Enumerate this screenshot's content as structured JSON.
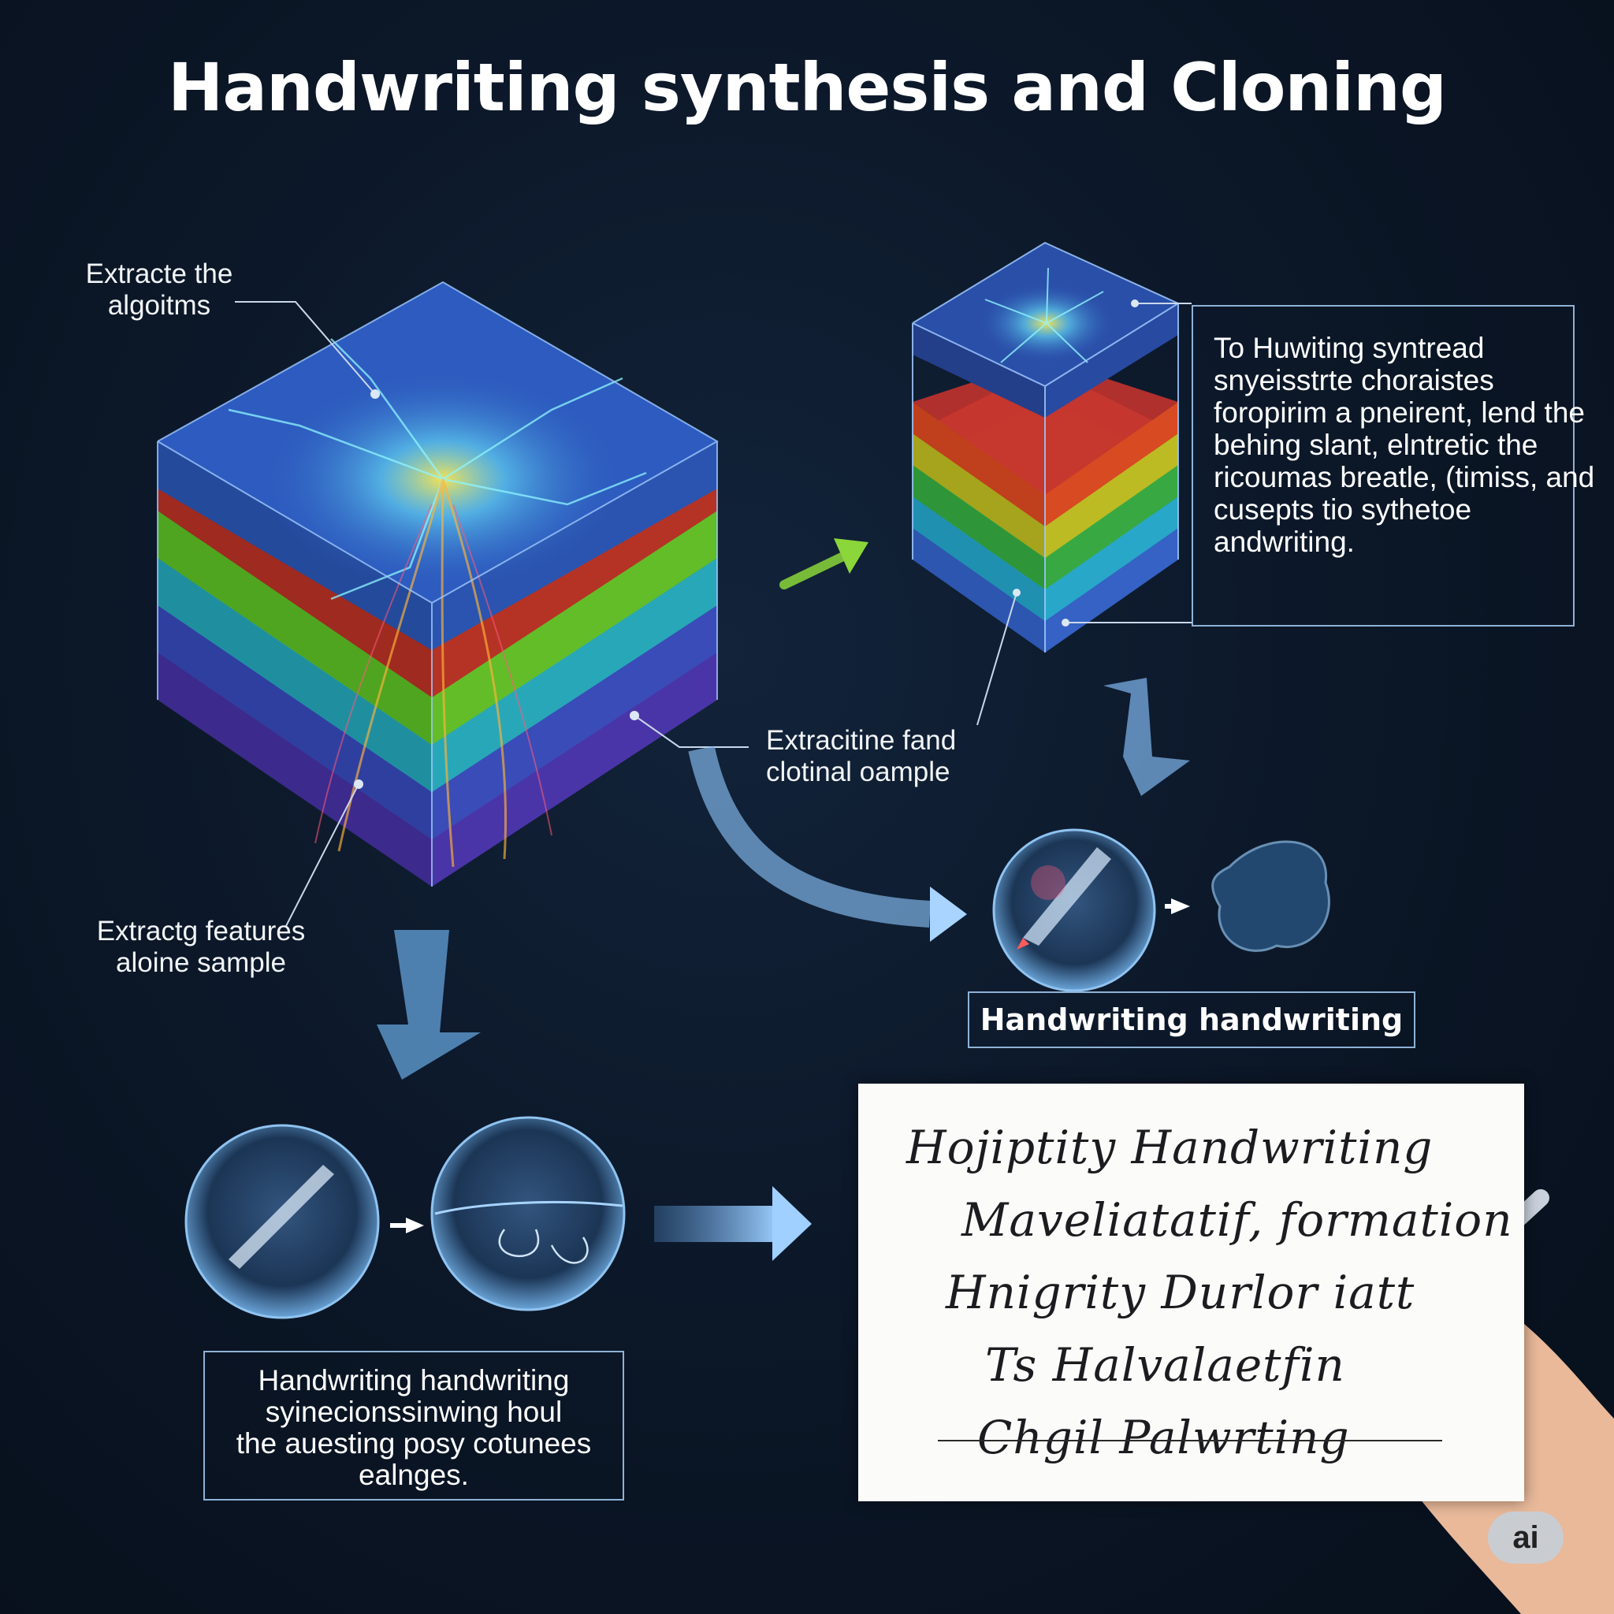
{
  "title": "Handwriting synthesis and Cloning",
  "labels": {
    "extract_algorithms": [
      "Extracte the",
      "algoitms"
    ],
    "extracting_features": [
      "Extractg features",
      "aloine sample"
    ],
    "extracting_cloning": [
      "Extracitine fand",
      "clotinal oample"
    ]
  },
  "description": [
    "To Huwiting syntread",
    "snyeisstrte choraistes",
    "foropirim a pneirent,",
    "lend the behing slant,",
    "elntretic the ricoumas",
    "breatle, (timiss, and",
    "cusepts tio sythetoe",
    "andwriting."
  ],
  "handwriting_label_right": "Handwriting handwriting",
  "handwriting_box_left": [
    "Handwriting handwriting",
    "syinecionssinwing houl",
    "the auesting posy cotunees",
    "ealnges."
  ],
  "sample_script": [
    "Hojiptity Handwriting",
    "Maveliatatif, formation",
    "Hnigrity Durlor iatt",
    "Ts Halvalaetfin",
    "Chgil Palwrting"
  ],
  "badge": "ai",
  "colors": {
    "background": "#0b1626",
    "frame": "#8fb2d6",
    "arrow_green": "#8bd63a",
    "arrow_blue": "#7fb3e6",
    "layers": [
      "#2d5bbf",
      "#c7392a",
      "#6fcf2f",
      "#2fb7c8",
      "#3f55c8",
      "#5a3bb0"
    ]
  }
}
